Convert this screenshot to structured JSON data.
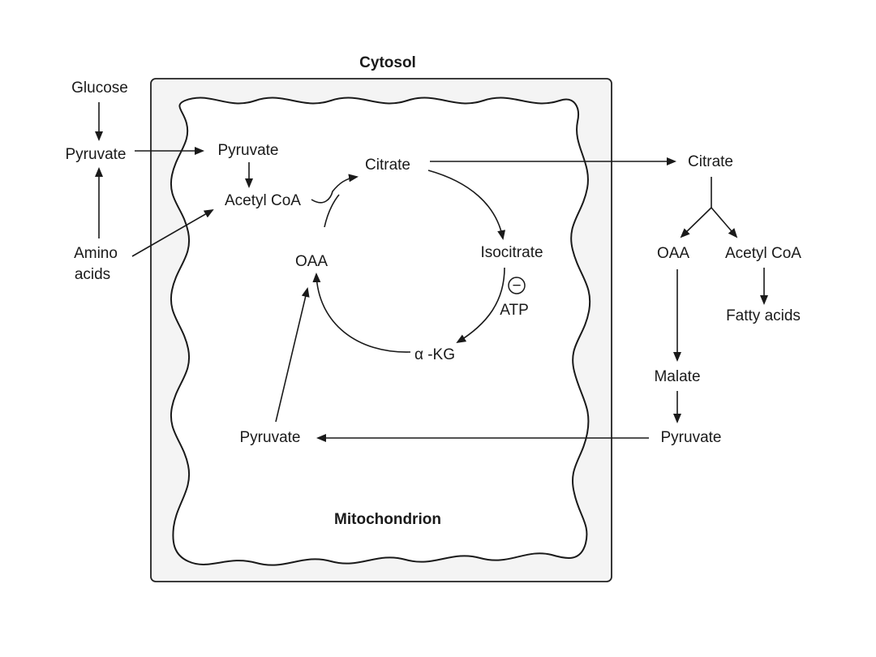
{
  "compartments": {
    "cytosol": "Cytosol",
    "mitochondrion": "Mitochondrion"
  },
  "cytosol_left": {
    "glucose": "Glucose",
    "pyruvate": "Pyruvate",
    "amino_line1": "Amino",
    "amino_line2": "acids"
  },
  "mito": {
    "pyruvate_top": "Pyruvate",
    "acetyl_coa": "Acetyl CoA",
    "citrate": "Citrate",
    "oaa": "OAA",
    "isocitrate": "Isocitrate",
    "inhibit_symbol": "−",
    "atp": "ATP",
    "akg": "α -KG",
    "pyruvate_bottom": "Pyruvate"
  },
  "cytosol_right": {
    "citrate": "Citrate",
    "oaa": "OAA",
    "acetyl_coa": "Acetyl CoA",
    "fatty_acids": "Fatty acids",
    "malate": "Malate",
    "pyruvate": "Pyruvate"
  }
}
